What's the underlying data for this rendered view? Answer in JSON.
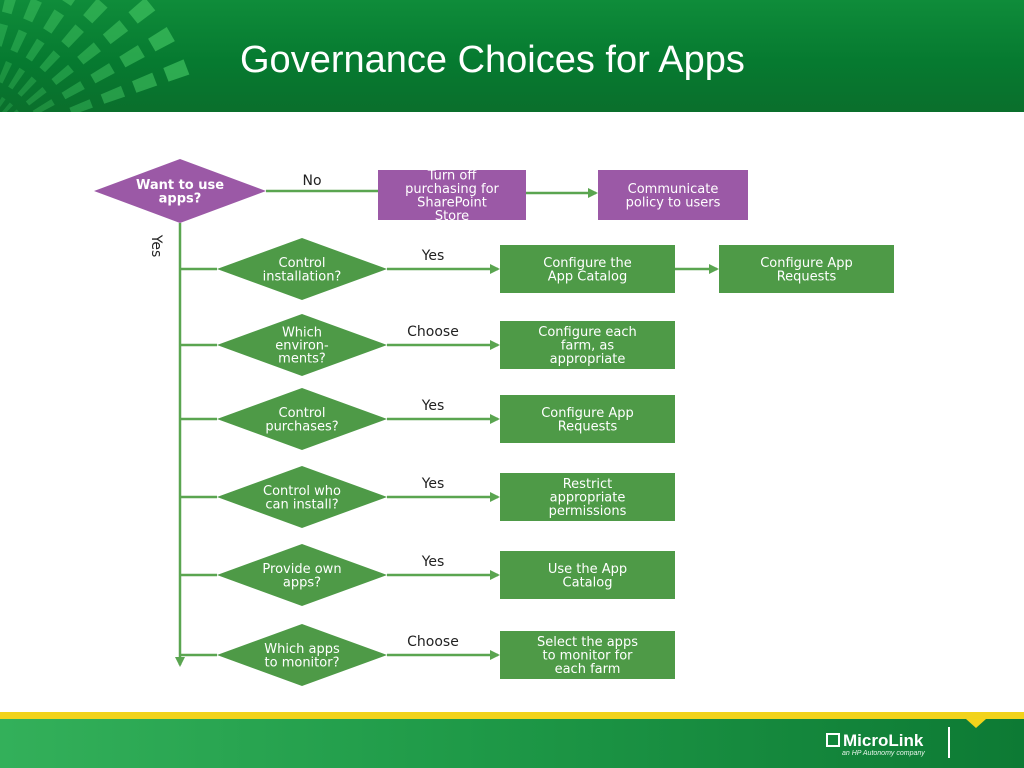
{
  "slide": {
    "title": "Governance Choices for Apps"
  },
  "colors": {
    "header_green": "#087c33",
    "node_green": "#4e9a47",
    "node_purple": "#9b59a6",
    "connector": "#5aa550",
    "accent_yellow": "#f2d31b"
  },
  "flowchart": {
    "start": {
      "question": [
        "Want to use",
        "apps?"
      ]
    },
    "start_yes_label": "Yes",
    "start_no_label": "No",
    "no_branch": [
      {
        "lines": [
          "Turn off",
          "purchasing for",
          "SharePoint",
          "Store"
        ]
      },
      {
        "lines": [
          "Communicate",
          "policy to users"
        ]
      }
    ],
    "decisions": [
      {
        "question": [
          "Control",
          "installation?"
        ],
        "edge": "Yes",
        "actions": [
          {
            "lines": [
              "Configure the",
              "App Catalog"
            ]
          },
          {
            "lines": [
              "Configure App",
              "Requests"
            ]
          }
        ]
      },
      {
        "question": [
          "Which",
          "environ-",
          "ments?"
        ],
        "edge": "Choose",
        "actions": [
          {
            "lines": [
              "Configure each",
              "farm, as",
              "appropriate"
            ]
          }
        ]
      },
      {
        "question": [
          "Control",
          "purchases?"
        ],
        "edge": "Yes",
        "actions": [
          {
            "lines": [
              "Configure App",
              "Requests"
            ]
          }
        ]
      },
      {
        "question": [
          "Control who",
          "can install?"
        ],
        "edge": "Yes",
        "actions": [
          {
            "lines": [
              "Restrict",
              "appropriate",
              "permissions"
            ]
          }
        ]
      },
      {
        "question": [
          "Provide own",
          "apps?"
        ],
        "edge": "Yes",
        "actions": [
          {
            "lines": [
              "Use the App",
              "Catalog"
            ]
          }
        ]
      },
      {
        "question": [
          "Which apps",
          "to monitor?"
        ],
        "edge": "Choose",
        "actions": [
          {
            "lines": [
              "Select the apps",
              "to monitor for",
              "each farm"
            ]
          }
        ]
      }
    ]
  },
  "footer": {
    "logo_text": "MicroLink",
    "logo_tagline": "an HP Autonomy company"
  },
  "icons": {
    "logo_mark": "microlink-logo-icon",
    "header_graphic": "sunburst-graphic"
  }
}
